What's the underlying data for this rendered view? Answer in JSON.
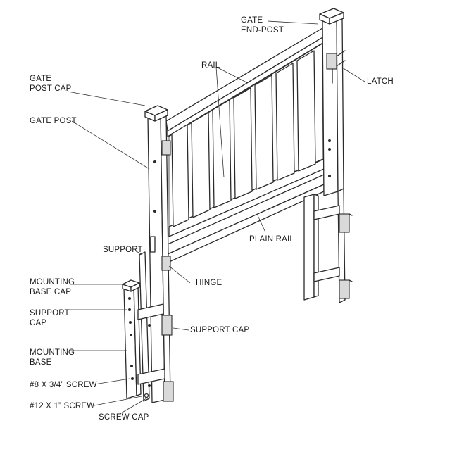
{
  "labels": {
    "gate_end_post": [
      "GATE",
      "END-POST"
    ],
    "rail": "RAIL",
    "latch": "LATCH",
    "gate_post_cap": [
      "GATE",
      "POST CAP"
    ],
    "gate_post": "GATE POST",
    "plain_rail": "PLAIN RAIL",
    "support": "SUPPORT",
    "mounting_base_cap": [
      "MOUNTING",
      "BASE CAP"
    ],
    "hinge": "HINGE",
    "support_cap_left": [
      "SUPPORT",
      "CAP"
    ],
    "support_cap_right": "SUPPORT CAP",
    "mounting_base": [
      "MOUNTING",
      "BASE"
    ],
    "screw_8": "#8 X 3/4” SCREW",
    "screw_12": "#12 X 1” SCREW",
    "screw_cap": "SCREW CAP"
  },
  "colors": {
    "ink": "#2a2a2a",
    "paper": "#ffffff"
  }
}
